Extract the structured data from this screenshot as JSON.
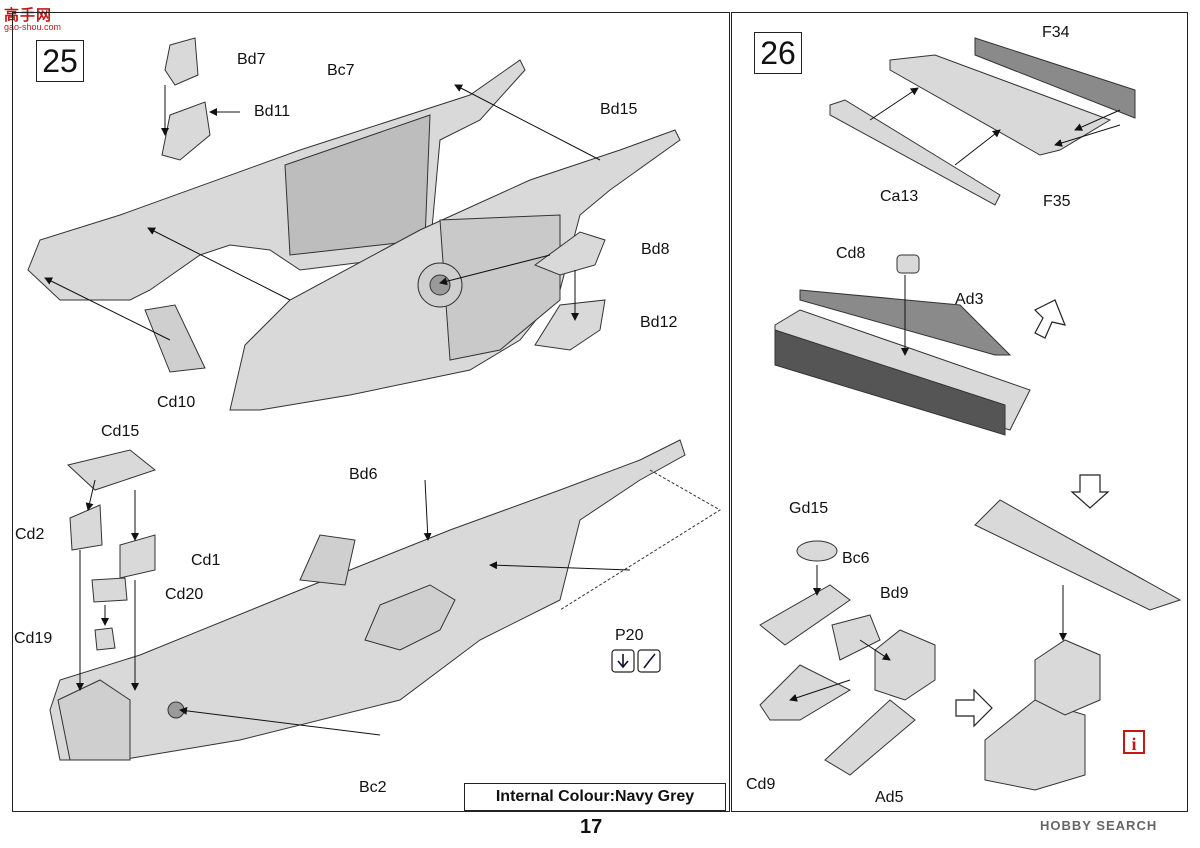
{
  "watermark": {
    "chinese": "高手网",
    "url": "gao-shou.com"
  },
  "steps": {
    "s25": {
      "number": "25",
      "labels": {
        "bd7": "Bd7",
        "bc7": "Bc7",
        "bd11": "Bd11",
        "bd15": "Bd15",
        "bd8": "Bd8",
        "bd12": "Bd12",
        "cd10": "Cd10"
      }
    },
    "s25b": {
      "labels": {
        "cd15": "Cd15",
        "bd6": "Bd6",
        "cd2": "Cd2",
        "cd1": "Cd1",
        "cd20": "Cd20",
        "cd19": "Cd19",
        "p20": "P20",
        "bc2": "Bc2"
      }
    },
    "s26": {
      "number": "26",
      "labels": {
        "f34": "F34",
        "ca13": "Ca13",
        "f35": "F35",
        "cd8": "Cd8",
        "ad3": "Ad3",
        "gd15": "Gd15",
        "bc6": "Bc6",
        "bd9": "Bd9",
        "cd9": "Cd9",
        "ad5": "Ad5"
      }
    }
  },
  "internal_colour": "Internal Colour:Navy Grey",
  "page_number": "17",
  "info_icon": "i",
  "brand_watermark": "HOBBY SEARCH",
  "colors": {
    "part_fill": "#d9d9d9",
    "part_dark": "#8a8a8a",
    "ink": "#111111",
    "accent": "#c41818"
  }
}
